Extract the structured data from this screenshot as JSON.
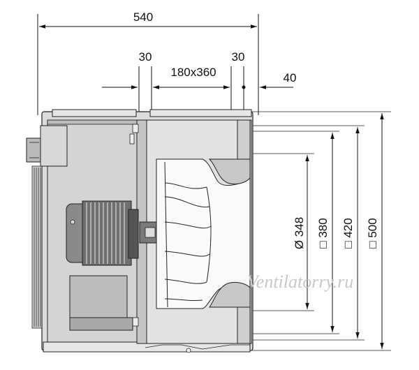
{
  "dimensions": {
    "overall_width": "540",
    "left_gap": "30",
    "outlet": "180x360",
    "right_gap": "30",
    "offset": "40",
    "diameter": "Ø 348",
    "square_380": "□ 380",
    "square_420": "□ 420",
    "height_500": "□ 500"
  },
  "watermark": "Ventilatorry.ru"
}
